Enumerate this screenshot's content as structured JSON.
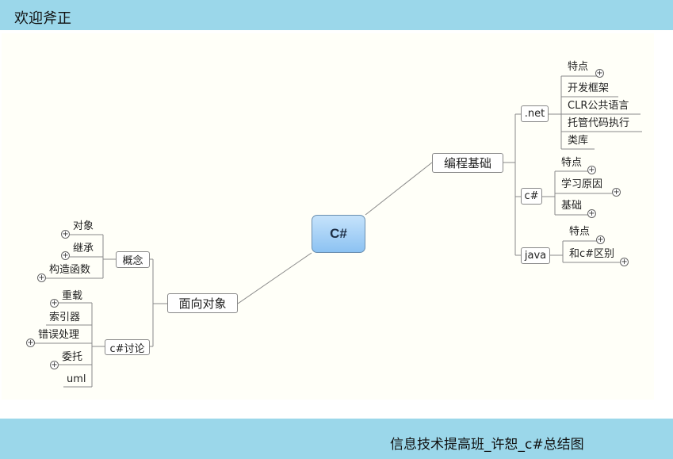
{
  "header": {
    "title": "欢迎斧正"
  },
  "footer": {
    "caption": "信息技术提高班_许恕_c#总结图"
  },
  "mindmap": {
    "center": "C#",
    "right": {
      "label": "编程基础",
      "groups": [
        {
          "label": ".net",
          "items": [
            "特点",
            "开发框架",
            "CLR公共语言",
            "托管代码执行",
            "类库"
          ]
        },
        {
          "label": "c#",
          "items": [
            "特点",
            "学习原因",
            "基础"
          ]
        },
        {
          "label": "java",
          "items": [
            "特点",
            "和c#区别"
          ]
        }
      ]
    },
    "left": {
      "label": "面向对象",
      "groups": [
        {
          "label": "概念",
          "items": [
            "对象",
            "继承",
            "构造函数"
          ]
        },
        {
          "label": "c#讨论",
          "items": [
            "重载",
            "索引器",
            "错误处理",
            "委托",
            "uml"
          ]
        }
      ]
    },
    "expand_symbol": "+"
  }
}
